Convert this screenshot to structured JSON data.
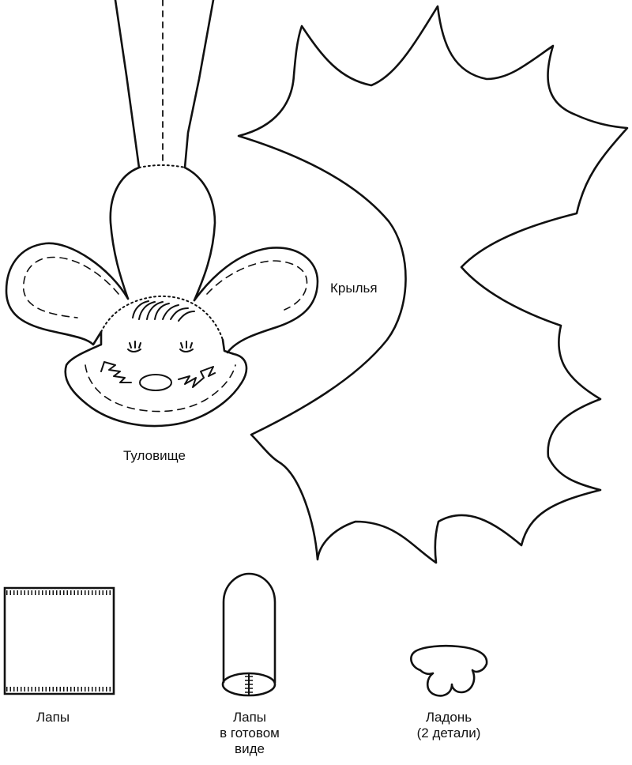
{
  "labels": {
    "wings": "Крылья",
    "body": "Туловище",
    "paws": "Лапы",
    "paws_finished_line1": "Лапы",
    "paws_finished_line2": "в готовом",
    "paws_finished_line3": "виде",
    "palm_line1": "Ладонь",
    "palm_line2": "(2 детали)"
  },
  "colors": {
    "ink": "#111111",
    "paper": "#ffffff"
  }
}
